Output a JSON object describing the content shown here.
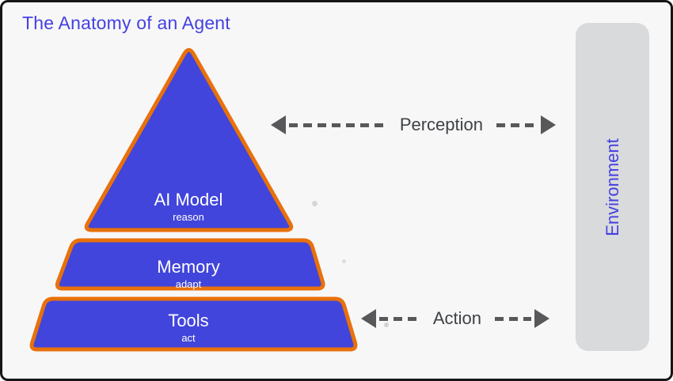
{
  "title": "The Anatomy of an Agent",
  "pyramid": {
    "layers": [
      {
        "label": "AI Model",
        "sublabel": "reason"
      },
      {
        "label": "Memory",
        "sublabel": "adapt"
      },
      {
        "label": "Tools",
        "sublabel": "act"
      }
    ]
  },
  "arrows": [
    {
      "label": "Perception",
      "direction": "bidirectional"
    },
    {
      "label": "Action",
      "direction": "bidirectional"
    }
  ],
  "environment": {
    "label": "Environment"
  },
  "colors": {
    "background": "#F7F7F8",
    "frame_border": "#161616",
    "layer_fill": "#4145DB",
    "layer_stroke": "#E8710A",
    "layer_text": "#FFFFFF",
    "title_text": "#4541DF",
    "environment_fill": "#D9DADC",
    "environment_text": "#4440E0",
    "arrow_color": "#58585A",
    "arrow_label_text": "#3F4245"
  }
}
